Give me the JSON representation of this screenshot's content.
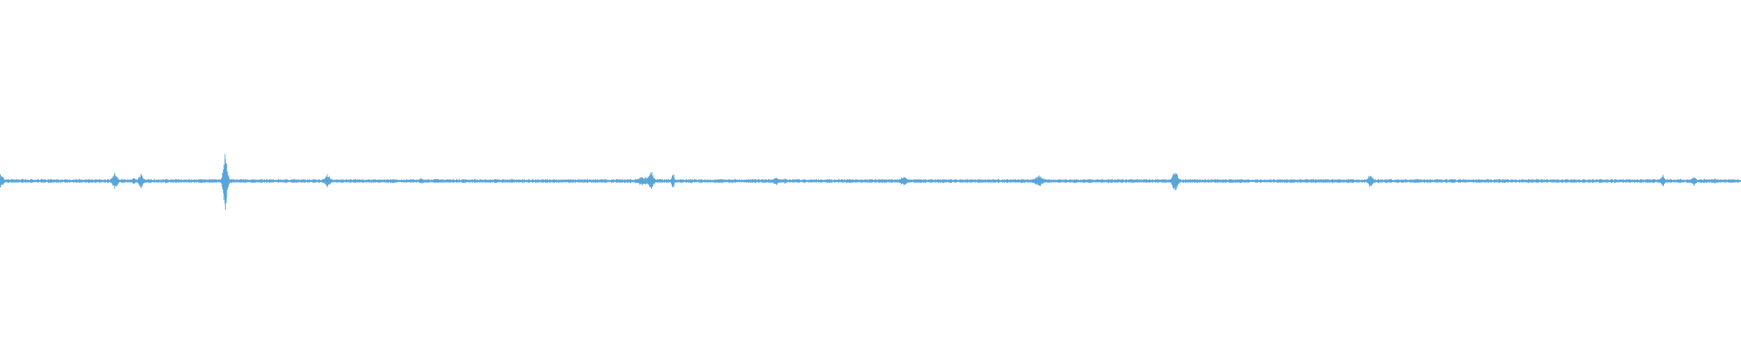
{
  "waveform": {
    "color": "#5aa5d8",
    "background": "#ffffff",
    "baseline_amplitude": 0.02,
    "bursts": [
      {
        "t": 0.0005,
        "amp": 0.08,
        "dur": 0.004
      },
      {
        "t": 0.066,
        "amp": 0.1,
        "dur": 0.004
      },
      {
        "t": 0.077,
        "amp": 0.04,
        "dur": 0.003
      },
      {
        "t": 0.081,
        "amp": 0.1,
        "dur": 0.003
      },
      {
        "t": 0.1295,
        "amp": 0.32,
        "dur": 0.003
      },
      {
        "t": 0.188,
        "amp": 0.08,
        "dur": 0.004
      },
      {
        "t": 0.242,
        "amp": 0.03,
        "dur": 0.004
      },
      {
        "t": 0.291,
        "amp": 0.02,
        "dur": 0.003
      },
      {
        "t": 0.369,
        "amp": 0.05,
        "dur": 0.009
      },
      {
        "t": 0.374,
        "amp": 0.11,
        "dur": 0.004
      },
      {
        "t": 0.3865,
        "amp": 0.1,
        "dur": 0.002
      },
      {
        "t": 0.446,
        "amp": 0.05,
        "dur": 0.005
      },
      {
        "t": 0.451,
        "amp": 0.03,
        "dur": 0.004
      },
      {
        "t": 0.519,
        "amp": 0.05,
        "dur": 0.006
      },
      {
        "t": 0.597,
        "amp": 0.06,
        "dur": 0.007
      },
      {
        "t": 0.6575,
        "amp": 0.02,
        "dur": 0.003
      },
      {
        "t": 0.675,
        "amp": 0.13,
        "dur": 0.004
      },
      {
        "t": 0.787,
        "amp": 0.07,
        "dur": 0.004
      },
      {
        "t": 0.955,
        "amp": 0.07,
        "dur": 0.003
      },
      {
        "t": 0.965,
        "amp": 0.03,
        "dur": 0.003
      },
      {
        "t": 0.973,
        "amp": 0.05,
        "dur": 0.004
      },
      {
        "t": 0.985,
        "amp": 0.03,
        "dur": 0.003
      }
    ]
  }
}
